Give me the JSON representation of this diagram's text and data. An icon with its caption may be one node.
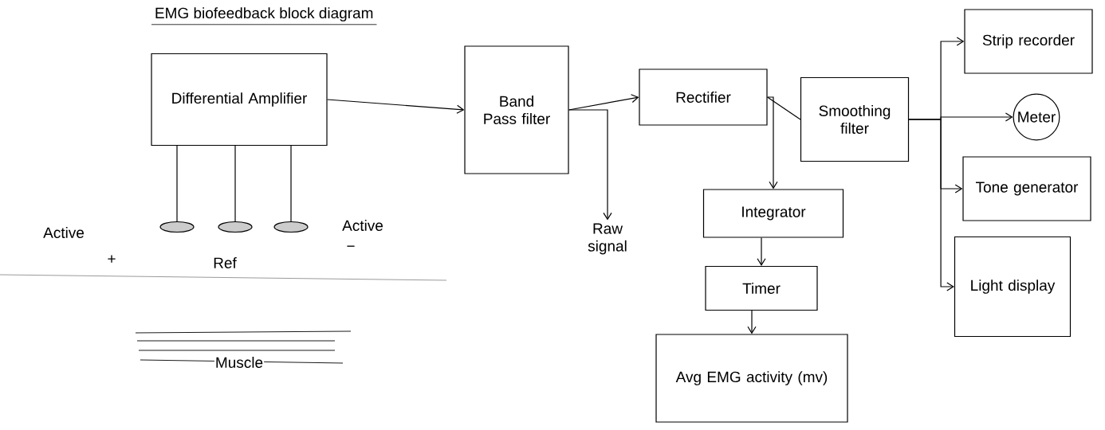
{
  "diagram": {
    "title": "EMG biofeedback block diagram",
    "nodes": [
      {
        "text": [
          "Differential Amplifier"
        ]
      },
      {
        "text": [
          "Band Pass filter"
        ]
      },
      {
        "text": [
          "Rectifier"
        ]
      },
      {
        "text": [
          "Smoothing filter"
        ]
      },
      {
        "text": [
          "Strip recorder"
        ]
      },
      {
        "text": [
          "Meter"
        ]
      },
      {
        "text": [
          "Tone generator"
        ]
      },
      {
        "text": [
          "Light display"
        ]
      },
      {
        "text": [
          "Integrator"
        ]
      },
      {
        "text": [
          "Timer"
        ]
      },
      {
        "text": [
          "Avg EMG activity (mv)"
        ]
      },
      {
        "text": [],
        "shape": "ellipse"
      },
      {
        "text": [],
        "shape": "ellipse"
      },
      {
        "text": [],
        "shape": "ellipse"
      },
      {
        "text": [
          "Raw signal"
        ]
      }
    ],
    "edges": [
      {
        "from": 0,
        "to": 1,
        "arrow": "to"
      },
      {
        "from": 1,
        "to": 2,
        "arrow": "to"
      },
      {
        "from": 1,
        "to": 14,
        "arrow": "to"
      },
      {
        "from": 2,
        "to": 3,
        "arrow": "none"
      },
      {
        "from": 2,
        "to": 8,
        "arrow": "to"
      },
      {
        "from": 3,
        "to": 4,
        "arrow": "to"
      },
      {
        "from": 3,
        "to": 5,
        "arrow": "to"
      },
      {
        "from": 3,
        "to": 6,
        "arrow": "to"
      },
      {
        "from": 3,
        "to": 7,
        "arrow": "to"
      },
      {
        "from": 8,
        "to": 9,
        "arrow": "to"
      },
      {
        "from": 9,
        "to": 10,
        "arrow": "to"
      },
      {
        "from": 0,
        "to": 11,
        "arrow": "none"
      },
      {
        "from": 0,
        "to": 12,
        "arrow": "none"
      },
      {
        "from": 0,
        "to": 13,
        "arrow": "none"
      }
    ],
    "labels": [
      "Active",
      "Active",
      "+",
      "Ref",
      "−",
      "Muscle"
    ]
  }
}
